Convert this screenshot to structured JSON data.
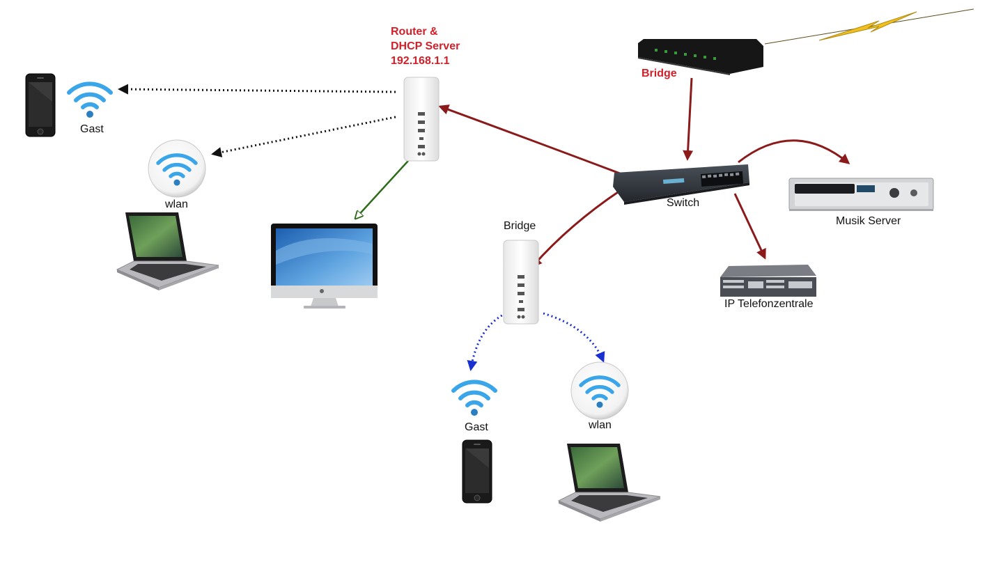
{
  "labels": {
    "router_line1": "Router &",
    "router_line2": "DHCP Server",
    "router_line3": "192.168.1.1",
    "bridge_modem": "Bridge",
    "switch": "Switch",
    "musik_server": "Musik Server",
    "ip_telefon": "IP Telefonzentrale",
    "bridge_ap": "Bridge",
    "gast_top": "Gast",
    "wlan_top": "wlan",
    "gast_bottom": "Gast",
    "wlan_bottom": "wlan"
  },
  "colors": {
    "link_wired": "#8b1a1a",
    "link_wired_fill": "#c01818",
    "link_to_mac": "#2e6b1a",
    "link_wifi_router": "#111111",
    "link_wifi_bridge": "#1a2fd0",
    "label_highlight": "#d0202a",
    "wifi_blue": "#3aa5e8",
    "lightning": "#f0c020"
  },
  "icons": [
    "modem-icon",
    "lightning-icon",
    "router-icon",
    "switch-icon",
    "music-server-icon",
    "phone-system-icon",
    "bridge-ap-icon",
    "imac-icon",
    "macbook-icon",
    "iphone-icon",
    "wifi-icon"
  ]
}
